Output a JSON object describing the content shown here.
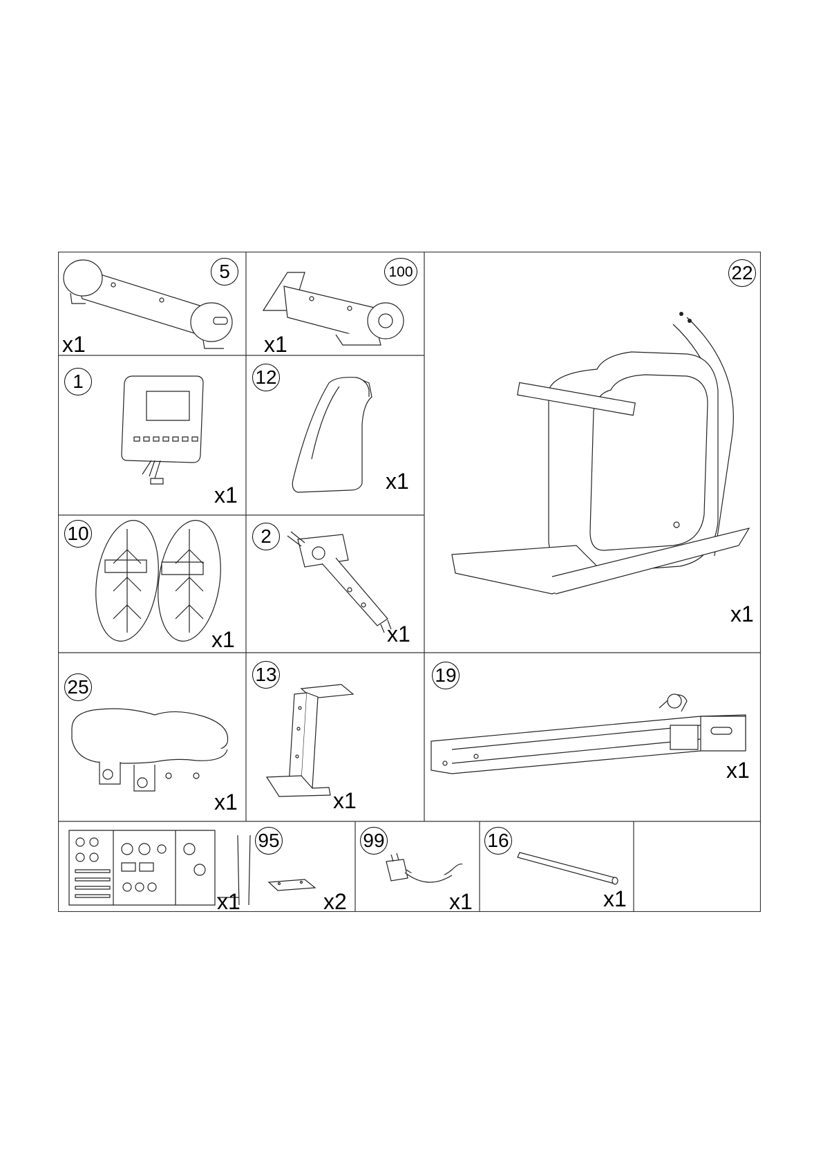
{
  "parts": [
    {
      "id": "p5",
      "number": "5",
      "qty": "x1",
      "icon": "rear-stabilizer-icon"
    },
    {
      "id": "p100",
      "number": "100",
      "qty": "x1",
      "icon": "front-stabilizer-icon"
    },
    {
      "id": "p22",
      "number": "22",
      "qty": "x1",
      "icon": "main-frame-icon"
    },
    {
      "id": "p1",
      "number": "1",
      "qty": "x1",
      "icon": "console-icon"
    },
    {
      "id": "p12",
      "number": "12",
      "qty": "x1",
      "icon": "cover-icon"
    },
    {
      "id": "p10",
      "number": "10",
      "qty": "x1",
      "icon": "pedals-icon"
    },
    {
      "id": "p2",
      "number": "2",
      "qty": "x1",
      "icon": "seat-post-icon"
    },
    {
      "id": "p25",
      "number": "25",
      "qty": "x1",
      "icon": "seat-icon"
    },
    {
      "id": "p13",
      "number": "13",
      "qty": "x1",
      "icon": "bracket-icon"
    },
    {
      "id": "p19",
      "number": "19",
      "qty": "x1",
      "icon": "slide-rail-icon"
    },
    {
      "id": "hw",
      "number": "",
      "qty": "x1",
      "icon": "hardware-card-icon"
    },
    {
      "id": "p95",
      "number": "95",
      "qty": "x2",
      "icon": "plate-icon"
    },
    {
      "id": "p99",
      "number": "99",
      "qty": "x1",
      "icon": "power-adapter-icon"
    },
    {
      "id": "p16",
      "number": "16",
      "qty": "x1",
      "icon": "rod-icon"
    }
  ]
}
